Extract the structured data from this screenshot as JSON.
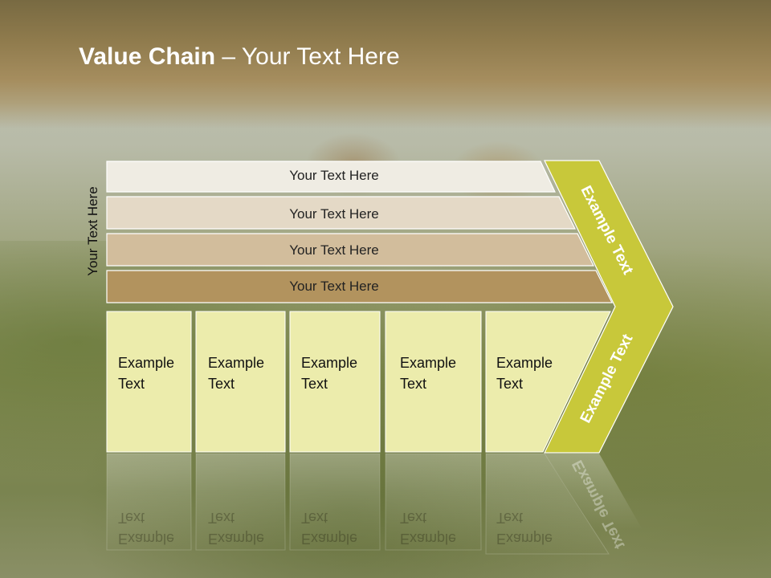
{
  "title": {
    "bold": "Value Chain",
    "rest": " – Your Text Here"
  },
  "vertical_label": "Your Text Here",
  "bands": [
    {
      "label": "Your Text Here",
      "color": "#efece3"
    },
    {
      "label": "Your Text Here",
      "color": "#e4d9c6"
    },
    {
      "label": "Your Text Here",
      "color": "#d2bd9c"
    },
    {
      "label": "Your Text Here",
      "color": "#b2935e"
    }
  ],
  "activities": [
    {
      "line1": "Example",
      "line2": "Text"
    },
    {
      "line1": "Example",
      "line2": "Text"
    },
    {
      "line1": "Example",
      "line2": "Text"
    },
    {
      "line1": "Example",
      "line2": "Text"
    },
    {
      "line1": "Example",
      "line2": "Text"
    }
  ],
  "chevron": {
    "upper": "Example Text",
    "lower": "Example Text",
    "color": "#c8c83a"
  },
  "box_color": "#ececac"
}
